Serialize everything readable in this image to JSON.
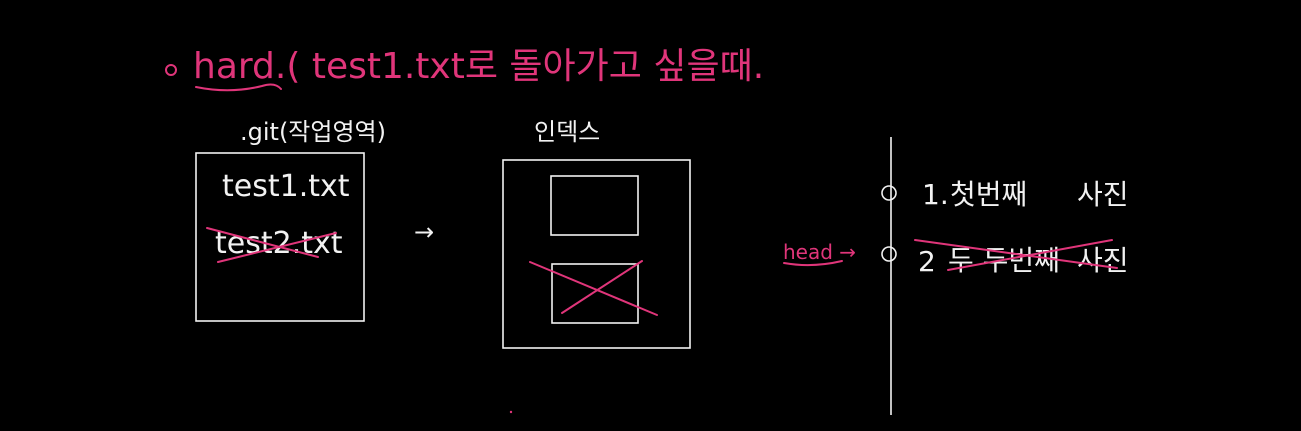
{
  "title": {
    "bullet": "o",
    "text": "hard.( test1.txt로 돌아가고 싶을때."
  },
  "working_area": {
    "label": ".git(작업영역)",
    "files": [
      "test1.txt",
      "test2.txt"
    ],
    "struck_files": [
      "test2.txt"
    ]
  },
  "arrow_mid": "→",
  "index": {
    "label": "인덱스",
    "slots": [
      "",
      ""
    ],
    "struck_slots": [
      1
    ]
  },
  "commits": [
    {
      "number": "1.",
      "text": "첫번째",
      "word": "사진",
      "struck": false
    },
    {
      "number": "2",
      "text": "두 두번째",
      "word": "사진",
      "struck": true
    }
  ],
  "head_pointer": "head →",
  "colors": {
    "background": "#000000",
    "ink": "#f2f2f2",
    "accent": "#e0357a"
  }
}
